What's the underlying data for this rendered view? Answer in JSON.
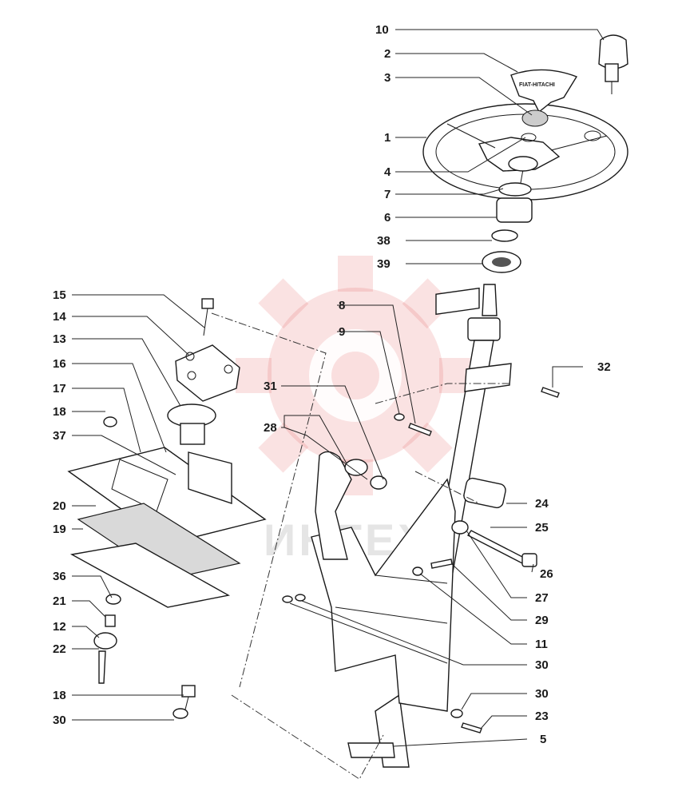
{
  "diagram": {
    "brand_text": "FIAT-HITACHI",
    "watermark_text": "ИНТЕХ",
    "colors": {
      "ink": "#1a1a1a",
      "watermark": "#e04848",
      "background": "#ffffff"
    },
    "callouts": [
      {
        "id": "c10",
        "number": "10"
      },
      {
        "id": "c2",
        "number": "2"
      },
      {
        "id": "c3",
        "number": "3"
      },
      {
        "id": "c1",
        "number": "1"
      },
      {
        "id": "c4",
        "number": "4"
      },
      {
        "id": "c7",
        "number": "7"
      },
      {
        "id": "c6",
        "number": "6"
      },
      {
        "id": "c38",
        "number": "38"
      },
      {
        "id": "c39",
        "number": "39"
      },
      {
        "id": "c15",
        "number": "15"
      },
      {
        "id": "c14",
        "number": "14"
      },
      {
        "id": "c13",
        "number": "13"
      },
      {
        "id": "c16",
        "number": "16"
      },
      {
        "id": "c17",
        "number": "17"
      },
      {
        "id": "c18a",
        "number": "18"
      },
      {
        "id": "c37",
        "number": "37"
      },
      {
        "id": "c20",
        "number": "20"
      },
      {
        "id": "c19",
        "number": "19"
      },
      {
        "id": "c36",
        "number": "36"
      },
      {
        "id": "c21",
        "number": "21"
      },
      {
        "id": "c12",
        "number": "12"
      },
      {
        "id": "c22",
        "number": "22"
      },
      {
        "id": "c18b",
        "number": "18"
      },
      {
        "id": "c30a",
        "number": "30"
      },
      {
        "id": "c8",
        "number": "8"
      },
      {
        "id": "c9",
        "number": "9"
      },
      {
        "id": "c31",
        "number": "31"
      },
      {
        "id": "c28",
        "number": "28"
      },
      {
        "id": "c32",
        "number": "32"
      },
      {
        "id": "c24",
        "number": "24"
      },
      {
        "id": "c25",
        "number": "25"
      },
      {
        "id": "c26",
        "number": "26"
      },
      {
        "id": "c27",
        "number": "27"
      },
      {
        "id": "c29",
        "number": "29"
      },
      {
        "id": "c11",
        "number": "11"
      },
      {
        "id": "c30b",
        "number": "30"
      },
      {
        "id": "c30c",
        "number": "30"
      },
      {
        "id": "c23",
        "number": "23"
      },
      {
        "id": "c5",
        "number": "5"
      }
    ]
  }
}
